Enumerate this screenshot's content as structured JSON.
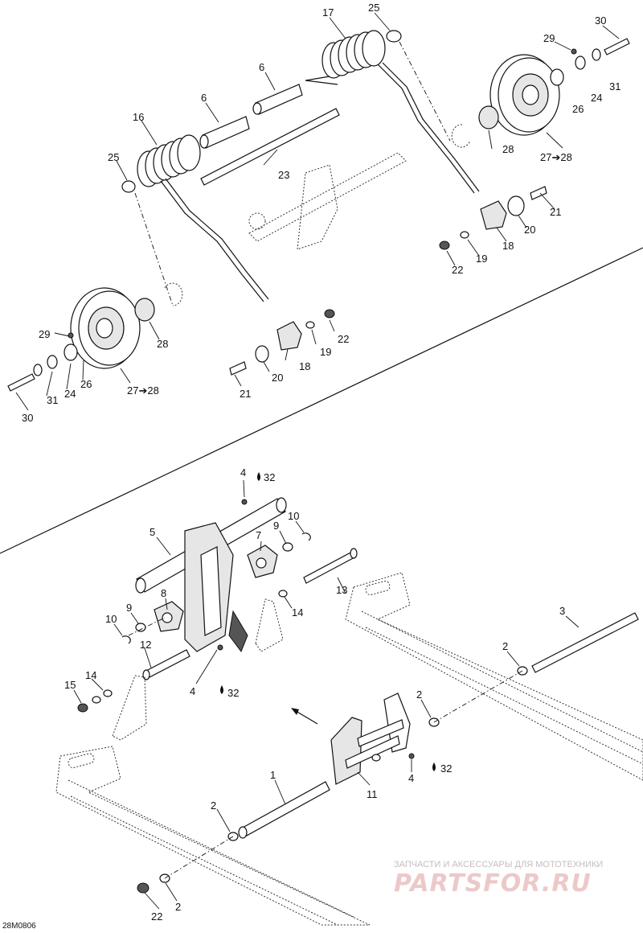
{
  "diagram_code": "28M0806",
  "callouts": {
    "c17": "17",
    "c25a": "25",
    "c30a": "30",
    "c29a": "29",
    "c6a": "6",
    "c6b": "6",
    "c16": "16",
    "c25b": "25",
    "c23": "23",
    "c31a": "31",
    "c24a": "24",
    "c26a": "26",
    "c28a": "28",
    "c2728a": "27➔28",
    "c21a": "21",
    "c20a": "20",
    "c18a": "18",
    "c19a": "19",
    "c22a": "22",
    "c29b": "29",
    "c28b": "28",
    "c31b": "31",
    "c24b": "24",
    "c26b": "26",
    "c30b": "30",
    "c2728b": "27➔28",
    "c22b": "22",
    "c19b": "19",
    "c18b": "18",
    "c20b": "20",
    "c21b": "21",
    "c4a": "4",
    "c32a": "32",
    "c5": "5",
    "c10a": "10",
    "c9a": "9",
    "c7": "7",
    "c13": "13",
    "c14a": "14",
    "c8": "8",
    "c9b": "9",
    "c10b": "10",
    "c12": "12",
    "c4b": "4",
    "c32b": "32",
    "c3": "3",
    "c2a": "2",
    "c14b": "14",
    "c15": "15",
    "c2b": "2",
    "c4c": "4",
    "c32c": "32",
    "c11": "11",
    "c1": "1",
    "c2c": "2",
    "c22c": "22",
    "c2d": "2"
  },
  "watermark": {
    "line1": "ЗАПЧАСТИ И АКСЕССУАРЫ ДЛЯ МОТОТЕХНИКИ",
    "line2": "PARTSFOR.RU"
  }
}
